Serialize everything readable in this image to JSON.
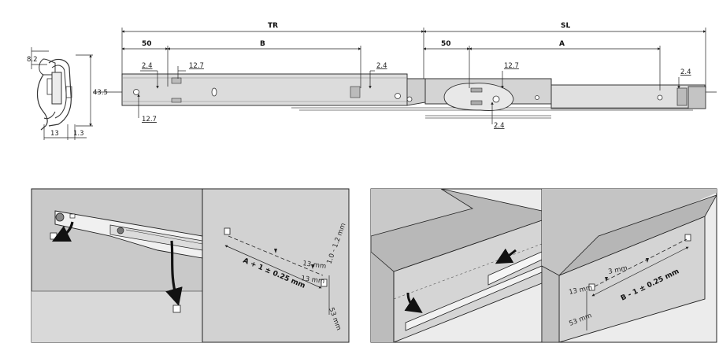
{
  "top_dims": {
    "tr": "TR",
    "sl": "SL",
    "d50a": "50",
    "b": "B",
    "d50b": "50",
    "a": "A",
    "d24a": "2.4",
    "d127a": "12.7",
    "d24b": "2.4",
    "d127b": "12.7",
    "d127c": "12.7",
    "d24c": "2.4",
    "d24d": "2.4",
    "h435": "43.5",
    "d82": "8.2",
    "w13": "13",
    "w13b": "1.3"
  },
  "panel2": {
    "formula": "A + 1 ± 0.25 mm",
    "d13a": "13 mm",
    "d13b": "13 mm",
    "range": "1.0 - 1.2 mm",
    "d53": "53 mm"
  },
  "panel4": {
    "formula": "B - 1 ± 0.25 mm",
    "d13a": "13 mm",
    "d13b": "3 mm",
    "d53": "53 mm"
  },
  "colors": {
    "wall": "#c8c8c8",
    "floor": "#d9d9d9",
    "rail": "#d6d6d6",
    "line": "#222222"
  }
}
